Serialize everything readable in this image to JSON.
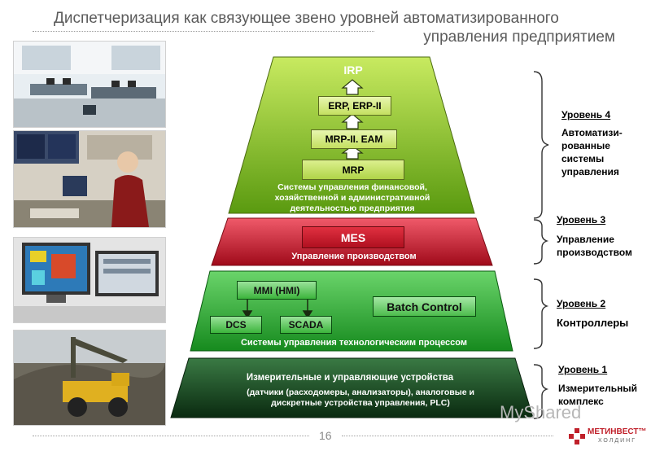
{
  "title_line1": "Диспетчеризация как связующее звено уровней автоматизированного",
  "title_line2": "управления предприятием",
  "pyramid": {
    "top_label": "IRP",
    "erp": "ERP, ERP-II",
    "mrp2": "MRP-II. EAM",
    "mrp": "MRP",
    "level4_caption": "Системы управления финансовой, хозяйственной и административной деятельностью предприятия",
    "mes": "MES",
    "level3_caption": "Управление производством",
    "mmi": "MMI (HMI)",
    "batch": "Batch Control",
    "dcs": "DCS",
    "scada": "SCADA",
    "level2_caption": "Системы управления технологическим процессом",
    "level1_title": "Измерительные и управляющие устройства",
    "level1_caption": "(датчики (расходомеры, анализаторы), аналоговые и дискретные устройства управления, PLC)"
  },
  "levels": [
    {
      "title": "Уровень 4",
      "desc": "Автоматизи-\nрованные\nсистемы\nуправления"
    },
    {
      "title": "Уровень 3",
      "desc": "Управление\nпроизводством"
    },
    {
      "title": "Уровень 2",
      "desc": "Контроллеры"
    },
    {
      "title": "Уровень 1",
      "desc": "Измерительный\nкомплекс"
    }
  ],
  "page_number": "16",
  "watermark": "MyShared",
  "logo": {
    "name": "МЕТИНВЕСТ™",
    "sub": "ХОЛДИНГ"
  },
  "colors": {
    "level4": "#8cc020",
    "level3": "#c8102e",
    "level2": "#2aa02a",
    "level1": "#1e4a26"
  }
}
